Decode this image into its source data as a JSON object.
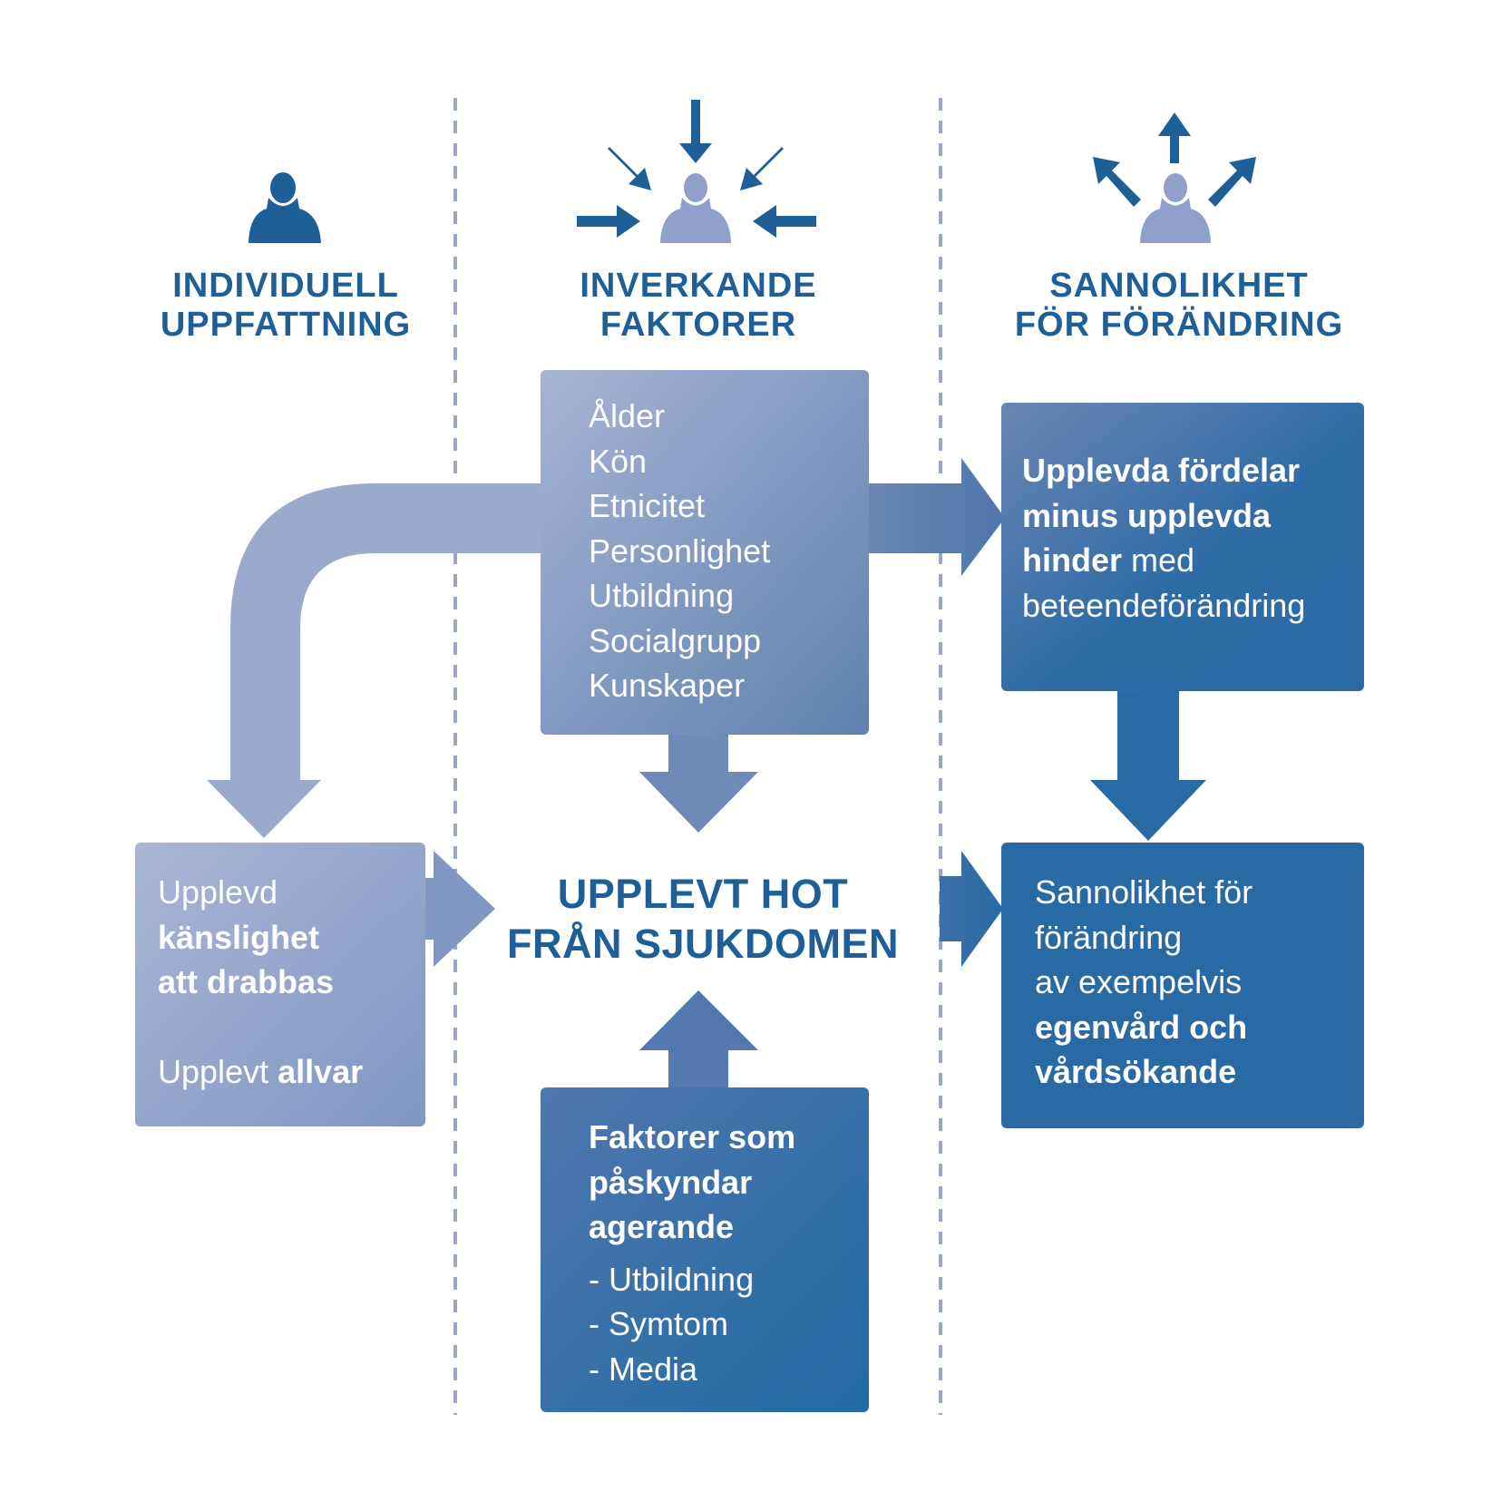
{
  "colors": {
    "dark_blue": "#1f5f98",
    "mid_blue": "#2f6ca6",
    "light_blue": "#b4c0da",
    "icon_light": "#8fa1c8",
    "divider": "#9aa6c6"
  },
  "icons": [
    "person-icon",
    "person-arrows-in-icon",
    "person-arrows-out-icon"
  ],
  "columns": [
    {
      "title_line1": "INDIVIDUELL",
      "title_line2": "UPPFATTNING"
    },
    {
      "title_line1": "INVERKANDE",
      "title_line2": "FAKTORER"
    },
    {
      "title_line1": "SANNOLIKHET",
      "title_line2": "FÖR FÖRÄNDRING"
    }
  ],
  "factors_box": {
    "items": [
      "Ålder",
      "Kön",
      "Etnicitet",
      "Personlighet",
      "Utbildning",
      "Socialgrupp",
      "Kunskaper"
    ]
  },
  "benefits_box": {
    "line1": "Upplevda fördelar",
    "line2": "minus upplevda",
    "line3_bold": "hinder",
    "line3_rest": " med",
    "line4": "beteendeförändring"
  },
  "susceptibility_box": {
    "line1": "Upplevd",
    "line2": "känslighet",
    "line3": "att drabbas",
    "line4_normal": "Upplevt ",
    "line4_bold": "allvar"
  },
  "threat": {
    "line1": "UPPLEVT HOT",
    "line2": "FRÅN SJUKDOMEN"
  },
  "cues_box": {
    "title_line1": "Faktorer som",
    "title_line2": "påskyndar",
    "title_line3": "agerande",
    "items": [
      "- Utbildning",
      "- Symtom",
      "- Media"
    ]
  },
  "likelihood_box": {
    "line1": "Sannolikhet för",
    "line2": "förändring",
    "line3": "av exempelvis",
    "line4": "egenvård och",
    "line5": "vårdsökande"
  }
}
